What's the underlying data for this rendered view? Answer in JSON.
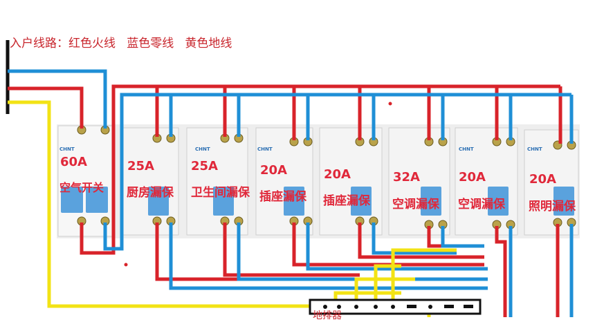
{
  "legend": "入户线路：红色火线   蓝色零线   黄色地线",
  "colors": {
    "live": "#d8232a",
    "neutral": "#1f8fd6",
    "ground": "#f2e315"
  },
  "breakers": [
    {
      "rating": "60A",
      "name": "空气开关",
      "brand": "CHNT"
    },
    {
      "rating": "25A",
      "name": "厨房漏保",
      "brand": ""
    },
    {
      "rating": "25A",
      "name": "卫生间漏保",
      "brand": "CHNT"
    },
    {
      "rating": "20A",
      "name": "插座漏保",
      "brand": "CHNT"
    },
    {
      "rating": "20A",
      "name": "插座漏保",
      "brand": ""
    },
    {
      "rating": "32A",
      "name": "空调漏保",
      "brand": ""
    },
    {
      "rating": "20A",
      "name": "空调漏保",
      "brand": "CHNT"
    },
    {
      "rating": "20A",
      "name": "照明漏保",
      "brand": "CHNT"
    }
  ],
  "ground_bar_label": "地排器"
}
